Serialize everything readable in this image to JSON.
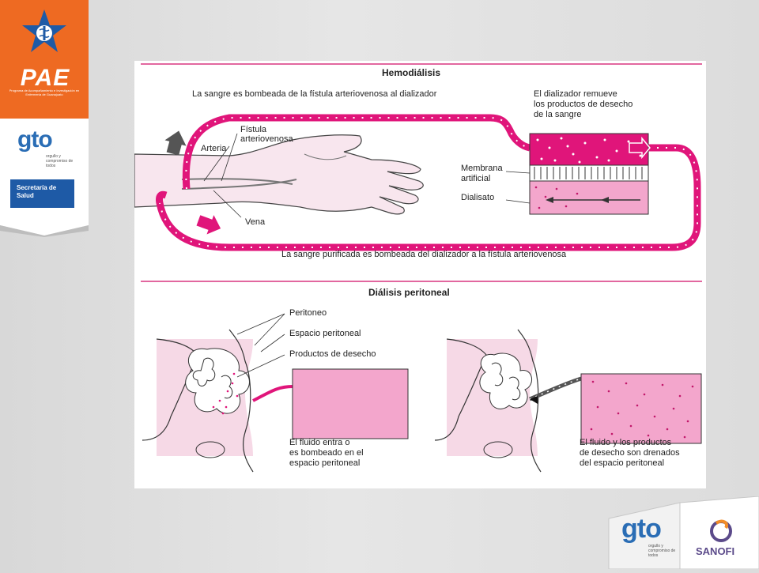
{
  "banner": {
    "logo_text": "PAE",
    "logo_subtitle": "Programa de Acompañamiento e Investigación en Enfermería de Guanajuato",
    "gto_text": "gto",
    "gto_tagline": "orgullo y compromiso de todos",
    "department": "Secretaría de Salud"
  },
  "figure": {
    "hemo": {
      "title": "Hemodiálisis",
      "top_caption": "La sangre es bombeada de la fístula arteriovenosa al dializador",
      "dializer_caption_1": "El dializador remueve",
      "dializer_caption_2": "los productos de desecho",
      "dializer_caption_3": "de la sangre",
      "fistula_1": "Fístula",
      "fistula_2": "arteriovenosa",
      "arteria": "Arteria",
      "vena": "Vena",
      "membrana_1": "Membrana",
      "membrana_2": "artificial",
      "dialisato": "Dialisato",
      "bottom_caption": "La sangre purificada es bombeada del dializador a la fístula arteriovenosa"
    },
    "peri": {
      "title": "Diálisis peritoneal",
      "peritoneo": "Peritoneo",
      "espacio": "Espacio peritoneal",
      "productos": "Productos de desecho",
      "left_caption_1": "El fluido entra o",
      "left_caption_2": "es bombeado en el",
      "left_caption_3": "espacio peritoneal",
      "right_caption_1": "El fluido y los productos",
      "right_caption_2": "de desecho son drenados",
      "right_caption_3": "del espacio peritoneal"
    }
  },
  "footer": {
    "gto_text": "gto",
    "gto_tagline": "orgullo y compromiso de todos",
    "sanofi": "SANOFI"
  },
  "colors": {
    "accent_pink": "#e0157a",
    "light_pink": "#f3a6cc",
    "banner_orange": "#ee6a22",
    "blue": "#1e5aa6"
  }
}
